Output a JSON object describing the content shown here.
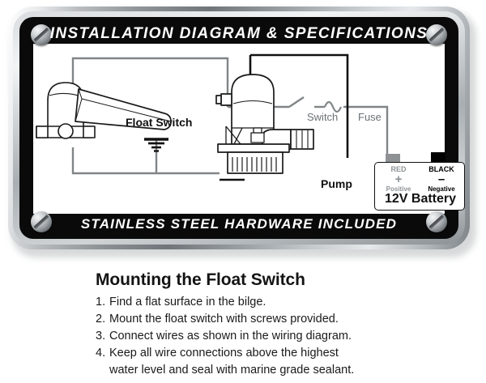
{
  "plate": {
    "title_banner": "INSTALLATION DIAGRAM & SPECIFICATIONS",
    "footer_banner": "STAINLESS STEEL HARDWARE INCLUDED",
    "screws": [
      "screw-top-left",
      "screw-top-right",
      "screw-bottom-left",
      "screw-bottom-right"
    ]
  },
  "diagram": {
    "labels": {
      "float_switch": "Float Switch",
      "pump": "Pump",
      "switch": "Switch",
      "fuse": "Fuse"
    },
    "battery": {
      "title": "12V Battery",
      "positive": {
        "name": "RED",
        "sign": "+",
        "sub": "Positive"
      },
      "negative": {
        "name": "BLACK",
        "sign": "–",
        "sub": "Negative"
      }
    },
    "colors": {
      "wire_gray": "#808587",
      "wire_black": "#111111",
      "label_gray": "#6d7275",
      "outline": "#1a1a1a"
    }
  },
  "instructions": {
    "heading": "Mounting the Float Switch",
    "steps": [
      {
        "num": "1.",
        "text": "Find a flat surface in the bilge."
      },
      {
        "num": "2.",
        "text": "Mount the float switch with screws provided."
      },
      {
        "num": "3.",
        "text": "Connect wires as shown in the wiring diagram."
      },
      {
        "num": "4.",
        "text": "Keep all wire connections above the highest"
      },
      {
        "num": "",
        "text": "water level and seal with marine grade sealant."
      }
    ]
  }
}
